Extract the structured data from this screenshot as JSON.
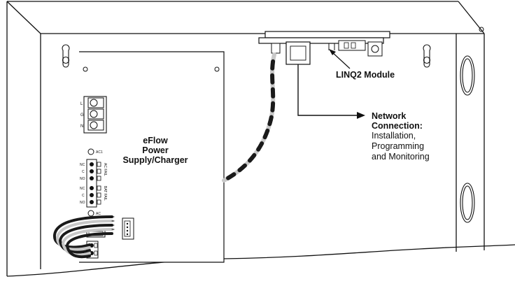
{
  "supply_label": {
    "line1": "eFlow",
    "line2": "Power",
    "line3": "Supply/Charger"
  },
  "module_label": "LINQ2 Module",
  "network": {
    "line1": "Network",
    "line2": "Connection:",
    "line3": "Installation,",
    "line4": "Programming",
    "line5": "and Monitoring"
  },
  "terminals": {
    "ac_input": [
      "L",
      "G",
      "N"
    ],
    "ac1": "AC1",
    "relay_pins": [
      "NC",
      "C",
      "NO",
      "NC",
      "C",
      "NO"
    ],
    "ac_fail": "AC FAIL",
    "bat_fail": "BAT FAIL",
    "ac": "AC"
  },
  "colors": {
    "line": "#111111",
    "cable_dark": "#1a1a1a",
    "cable_light": "#c8c8c8"
  }
}
